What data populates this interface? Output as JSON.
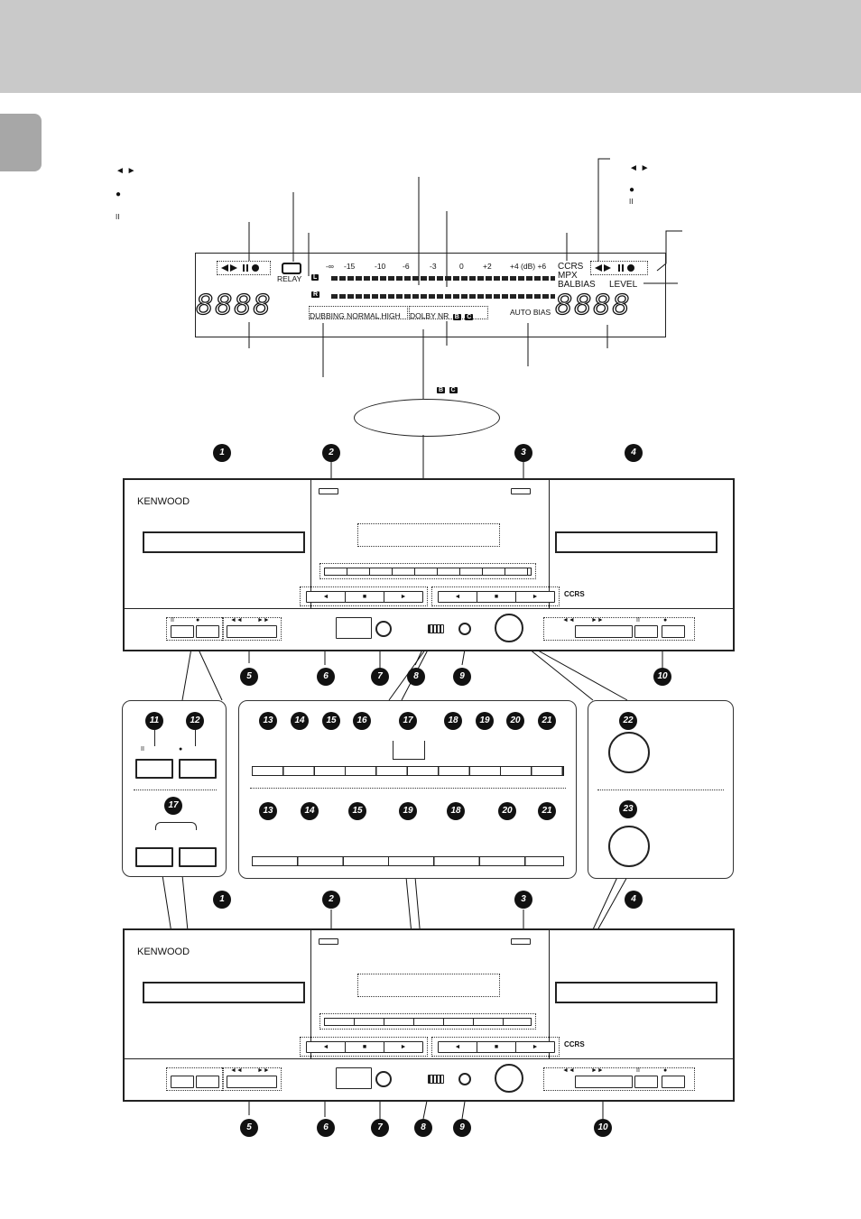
{
  "legend_left": {
    "play_symbols": "◄ ►",
    "record_symbol": "●",
    "pause_symbol": "II"
  },
  "legend_right": {
    "play_symbols": "◄ ►",
    "record_symbol": "●",
    "pause_symbol": "II"
  },
  "display": {
    "meter_scale": [
      "-∞",
      "-15",
      "-10",
      "-6",
      "-3",
      "0",
      "+2",
      "+4 (dB) +6"
    ],
    "left_channel_tag": "L",
    "right_channel_tag": "R",
    "relay_label": "RELAY",
    "ccrs_label": "CCRS",
    "mpx_label": "MPX",
    "balbias_label": "BALBIAS",
    "level_label": "LEVEL",
    "counter_left": "8888",
    "counter_right": "8888",
    "dubbing_labels": "DUBBING  NORMAL  HIGH",
    "dolby_label": "DOLBY NR",
    "dolby_b": "B",
    "dolby_c": "C",
    "auto_bias_label": "AUTO BIAS",
    "callout_tags_b": "B",
    "callout_tags_c": "C"
  },
  "deck": {
    "brand": "KENWOOD",
    "ccrs_badge": "CCRS",
    "transport_left": [
      "◄",
      "■",
      "►"
    ],
    "transport_right": [
      "◄",
      "■",
      "►"
    ],
    "left_controls": {
      "pause": "II",
      "record": "●",
      "rew": "◄◄",
      "ff": "►►"
    },
    "right_controls": {
      "rew": "◄◄",
      "ff": "►►",
      "pause": "II",
      "record": "●"
    }
  },
  "callouts_top": [
    "1",
    "2",
    "3",
    "4"
  ],
  "callouts_mid": [
    "5",
    "6",
    "7",
    "8",
    "9",
    "10"
  ],
  "panel_left": {
    "num_pause": "11",
    "num_record": "12",
    "pause_symbol": "II",
    "record_symbol": "●",
    "num_pair": "17"
  },
  "panel_center": {
    "row1": [
      "13",
      "14",
      "15",
      "16",
      "17",
      "18",
      "19",
      "20",
      "21"
    ],
    "row2": [
      "13",
      "14",
      "15",
      "19",
      "18",
      "20",
      "21"
    ]
  },
  "panel_right": {
    "knob_top": "22",
    "knob_bottom": "23"
  },
  "callouts_bottom_top": [
    "1",
    "2",
    "3",
    "4"
  ],
  "callouts_bottom": [
    "5",
    "6",
    "7",
    "8",
    "9",
    "10"
  ]
}
